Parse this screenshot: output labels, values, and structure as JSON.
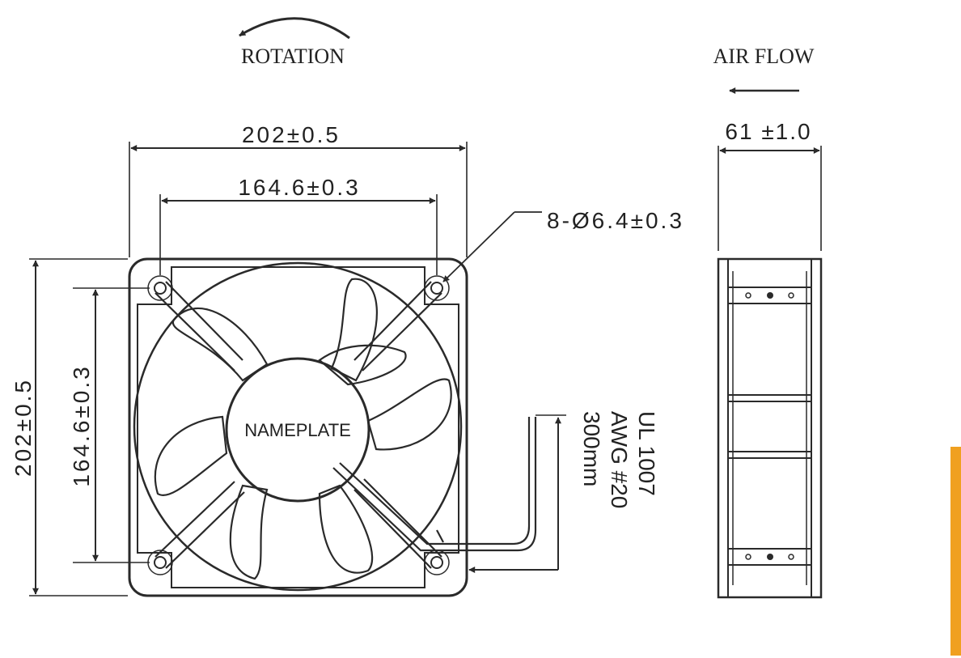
{
  "labels": {
    "rotation": "ROTATION",
    "air_flow": "AIR FLOW",
    "width_overall": "202±0.5",
    "width_holes": "164.6±0.3",
    "height_overall": "202±0.5",
    "height_holes": "164.6±0.3",
    "hole_callout": "8-Ø6.4±0.3",
    "depth": "61 ±1.0",
    "nameplate": "NAMEPLATE",
    "wire_spec": [
      "UL 1007",
      "AWG #20",
      "300mm"
    ]
  },
  "colors": {
    "line": "#2a2a2a",
    "accent": "#f0a020"
  }
}
